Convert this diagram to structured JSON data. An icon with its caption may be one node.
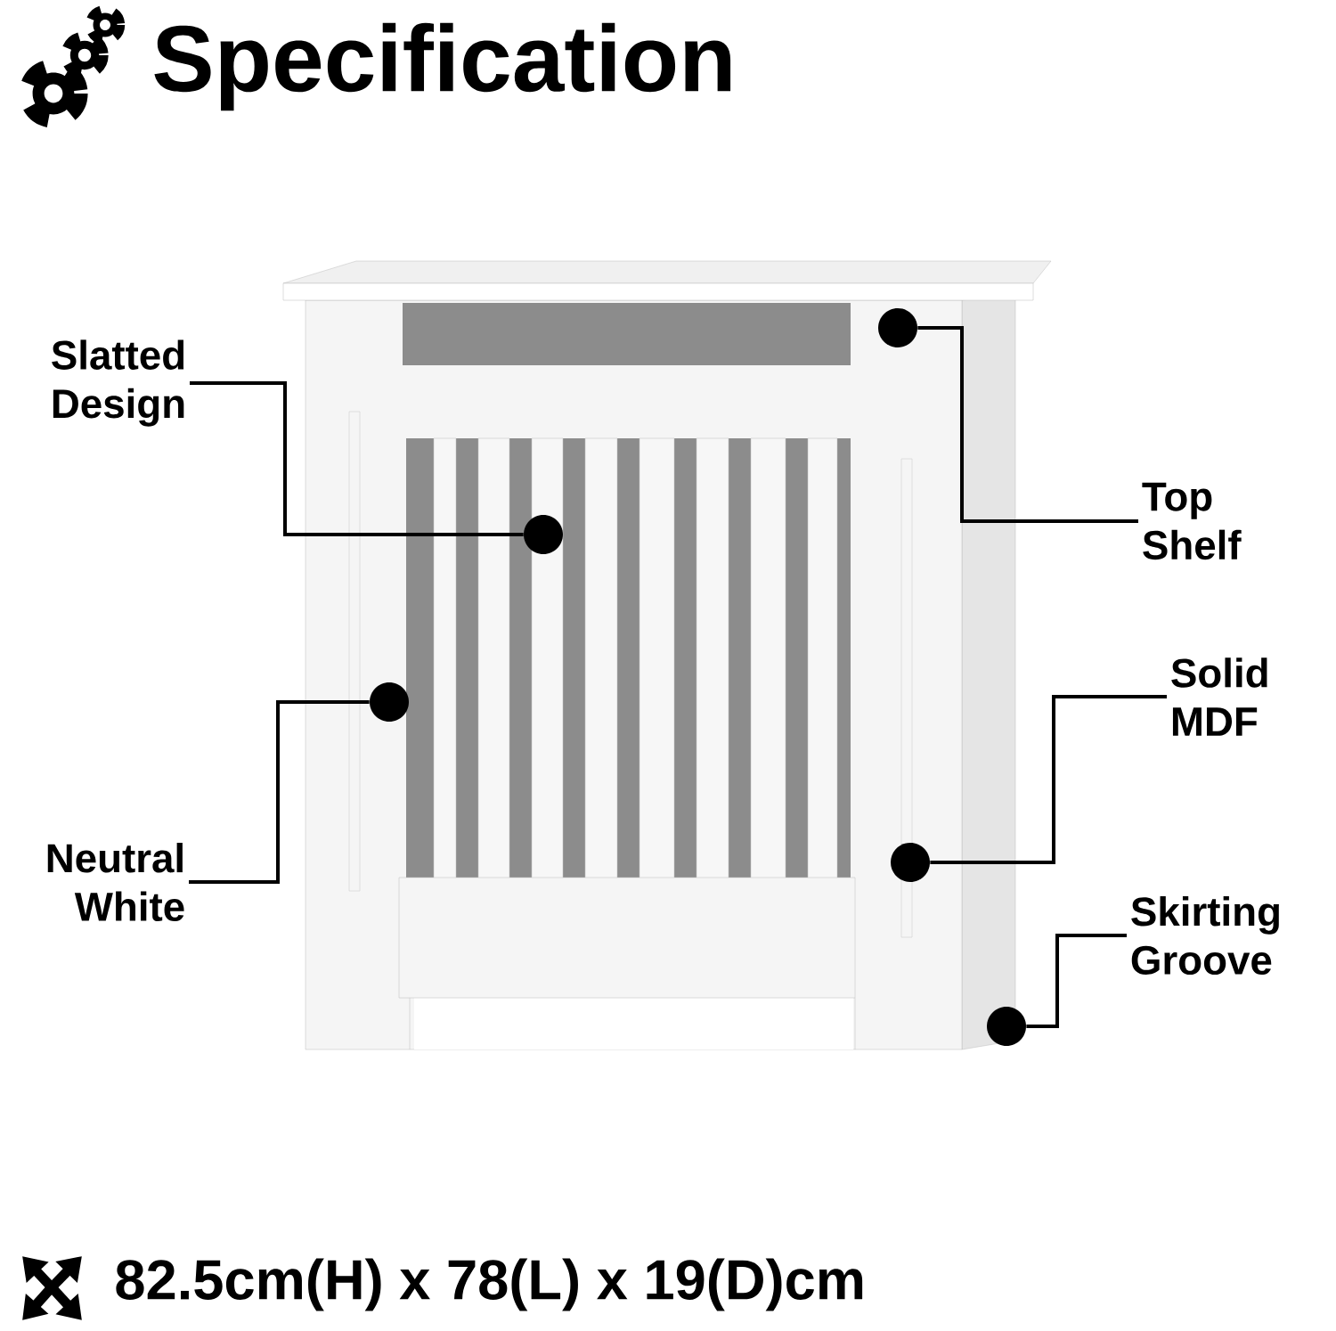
{
  "diagram": {
    "title": "Specification",
    "nodes": [
      {
        "text": [
          "Slatted Design"
        ]
      },
      {
        "text": [],
        "shape": "circle"
      },
      {
        "text": [
          "Neutral White"
        ]
      },
      {
        "text": [],
        "shape": "circle"
      },
      {
        "text": [
          "Top Shelf"
        ]
      },
      {
        "text": [],
        "shape": "circle"
      },
      {
        "text": [
          "Solid MDF"
        ]
      },
      {
        "text": [],
        "shape": "circle"
      },
      {
        "text": [
          "Skirting Groove"
        ]
      },
      {
        "text": [],
        "shape": "circle"
      }
    ],
    "edges": [
      {
        "from": 0,
        "to": 1,
        "arrow": "none"
      },
      {
        "from": 2,
        "to": 3,
        "arrow": "none"
      },
      {
        "from": 4,
        "to": 5,
        "arrow": "none"
      },
      {
        "from": 6,
        "to": 7,
        "arrow": "none"
      },
      {
        "from": 8,
        "to": 9,
        "arrow": "none"
      }
    ],
    "labels": [
      "82.5cm(H) x 78(L) x 19(D)cm"
    ]
  }
}
